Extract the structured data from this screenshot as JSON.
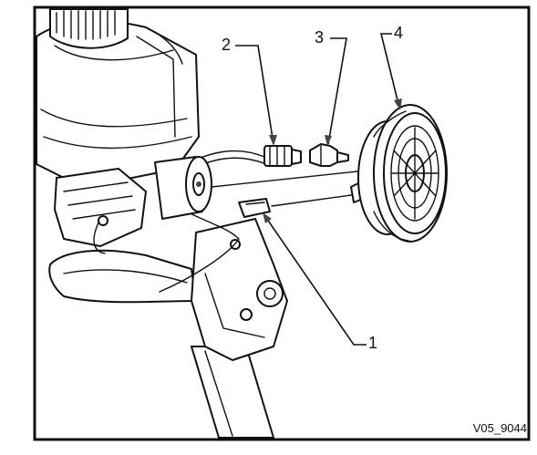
{
  "figure": {
    "reference": "V05_9044",
    "callouts": [
      {
        "id": "1",
        "text": "1"
      },
      {
        "id": "2",
        "text": "2"
      },
      {
        "id": "3",
        "text": "3"
      },
      {
        "id": "4",
        "text": "4"
      }
    ]
  },
  "colors": {
    "line": "#111111",
    "background": "#ffffff"
  }
}
